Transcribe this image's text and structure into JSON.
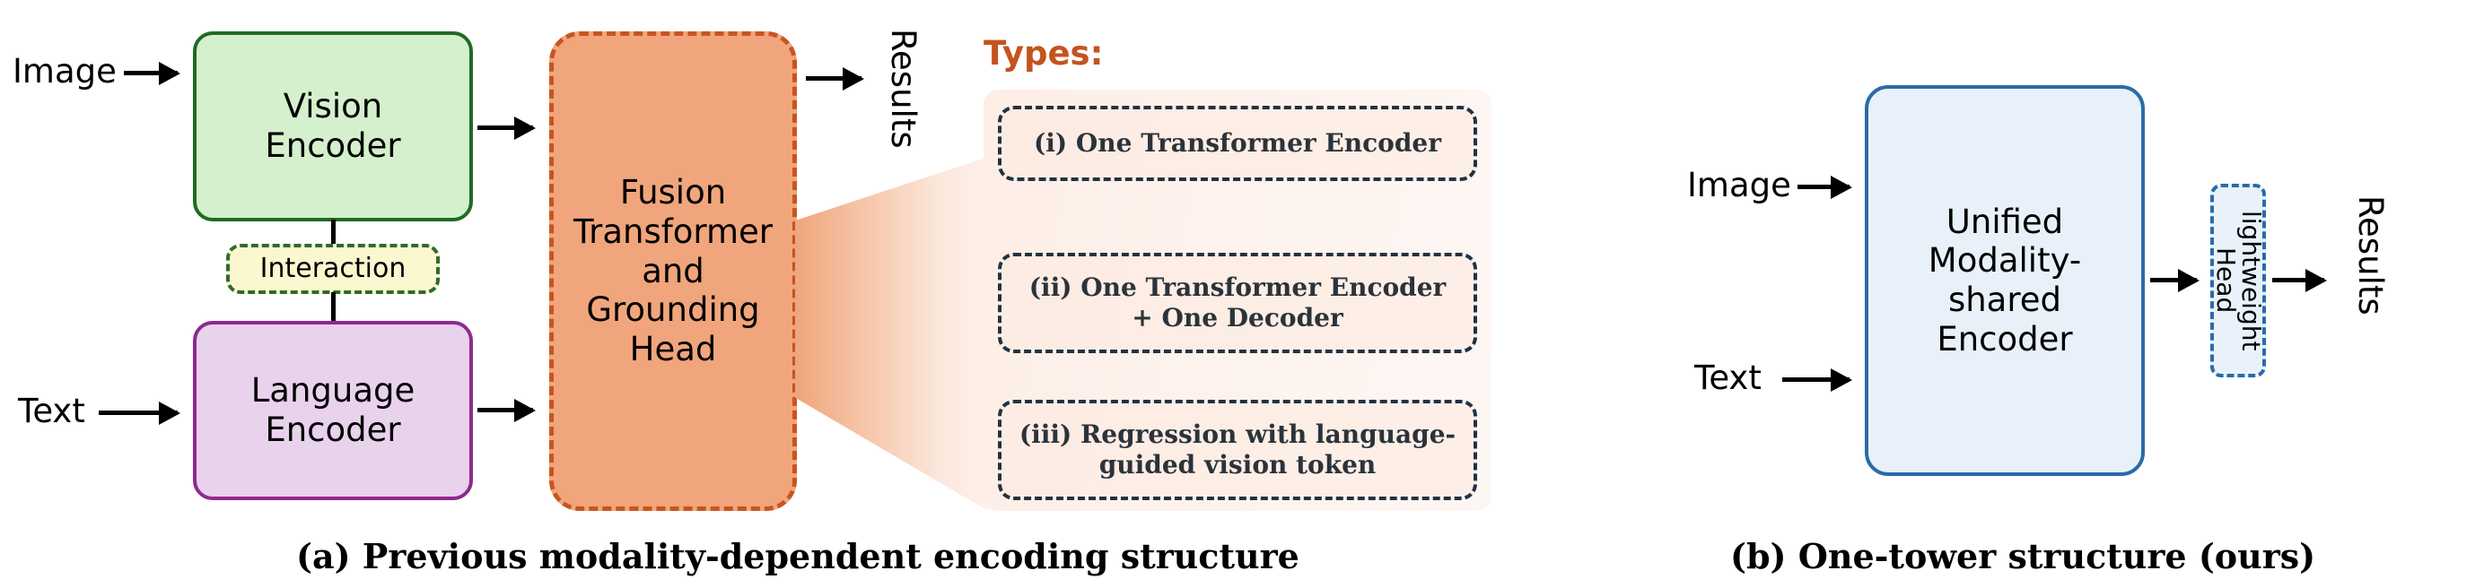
{
  "figure": {
    "panel_a": {
      "caption": "(a) Previous modality-dependent encoding structure",
      "inputs": [
        {
          "label": "Image"
        },
        {
          "label": "Text"
        }
      ],
      "nodes": {
        "vision_encoder": "Vision\nEncoder",
        "interaction": "Interaction",
        "language_encoder": "Language\nEncoder",
        "fusion": "Fusion\nTransformer\nand\nGrounding\nHead"
      },
      "output_label": "Results",
      "types": {
        "heading": "Types:",
        "items": [
          {
            "text": "(i) One Transformer Encoder"
          },
          {
            "text": "(ii) One Transformer Encoder\n+ One Decoder"
          },
          {
            "text": "(iii) Regression with language-\nguided vision token"
          }
        ]
      }
    },
    "panel_b": {
      "caption": "(b) One-tower structure  (ours)",
      "inputs": [
        {
          "label": "Image"
        },
        {
          "label": "Text"
        }
      ],
      "nodes": {
        "unified_encoder": "Unified\nModality-\nshared\nEncoder",
        "head_line1": "lightweight",
        "head_line2": "Head"
      },
      "output_label": "Results"
    }
  },
  "colors": {
    "vision_fill": "#d4f0cd",
    "vision_stroke": "#1f6b24",
    "interaction_fill": "#fbf8d0",
    "interaction_stroke": "#2f6b2c",
    "language_fill": "#e8d2ec",
    "language_stroke": "#8e2a8e",
    "fusion_fill": "#f0a57c",
    "fusion_stroke": "#c9541f",
    "types_heading": "#c4531e",
    "types_panel_fill": "#fdeee6",
    "type_item_stroke": "#223243",
    "unified_fill": "#e8f1fa",
    "unified_stroke": "#2a6ba8",
    "head_stroke": "#2a6ba8",
    "arrow": "#000000"
  }
}
